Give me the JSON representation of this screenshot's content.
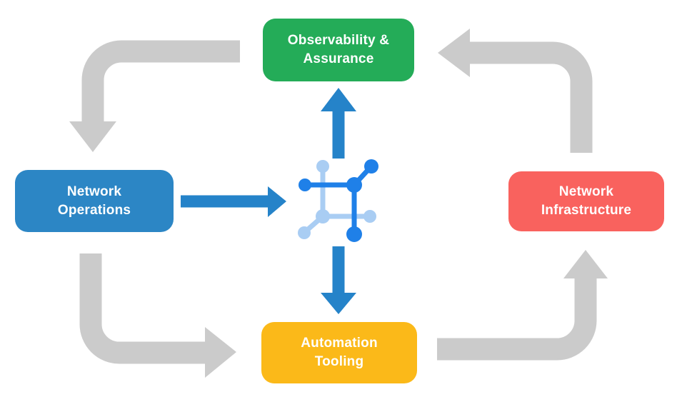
{
  "colors": {
    "observability_green": "#24AC58",
    "operations_blue": "#2C86C5",
    "infrastructure_red": "#F9625E",
    "automation_yellow": "#FBB919",
    "gray_arrow": "#CBCBCB",
    "blue_arrow": "#2583C9",
    "icon_blue": "#1F80E8",
    "icon_light_blue": "#A9CDF3",
    "node_text": "#FFFFFF",
    "background": "#FFFFFF"
  },
  "nodes": {
    "observability": {
      "label": "Observability &\nAssurance",
      "color": "#24AC58"
    },
    "operations": {
      "label": "Network\nOperations",
      "color": "#2C86C5"
    },
    "infrastructure": {
      "label": "Network\nInfrastructure",
      "color": "#F9625E"
    },
    "automation": {
      "label": "Automation\nTooling",
      "color": "#FBB919"
    }
  },
  "center": {
    "icon": "network-mesh-icon"
  },
  "flows": {
    "outer_cycle": [
      {
        "from": "observability",
        "to": "operations",
        "style": "gray-elbow"
      },
      {
        "from": "operations",
        "to": "automation",
        "style": "gray-elbow"
      },
      {
        "from": "automation",
        "to": "infrastructure",
        "style": "gray-elbow"
      },
      {
        "from": "infrastructure",
        "to": "observability",
        "style": "gray-elbow"
      }
    ],
    "center_links": [
      {
        "from": "operations",
        "to": "center",
        "style": "blue-straight"
      },
      {
        "from": "center",
        "to": "observability",
        "style": "blue-straight"
      },
      {
        "from": "center",
        "to": "automation",
        "style": "blue-straight"
      }
    ]
  }
}
